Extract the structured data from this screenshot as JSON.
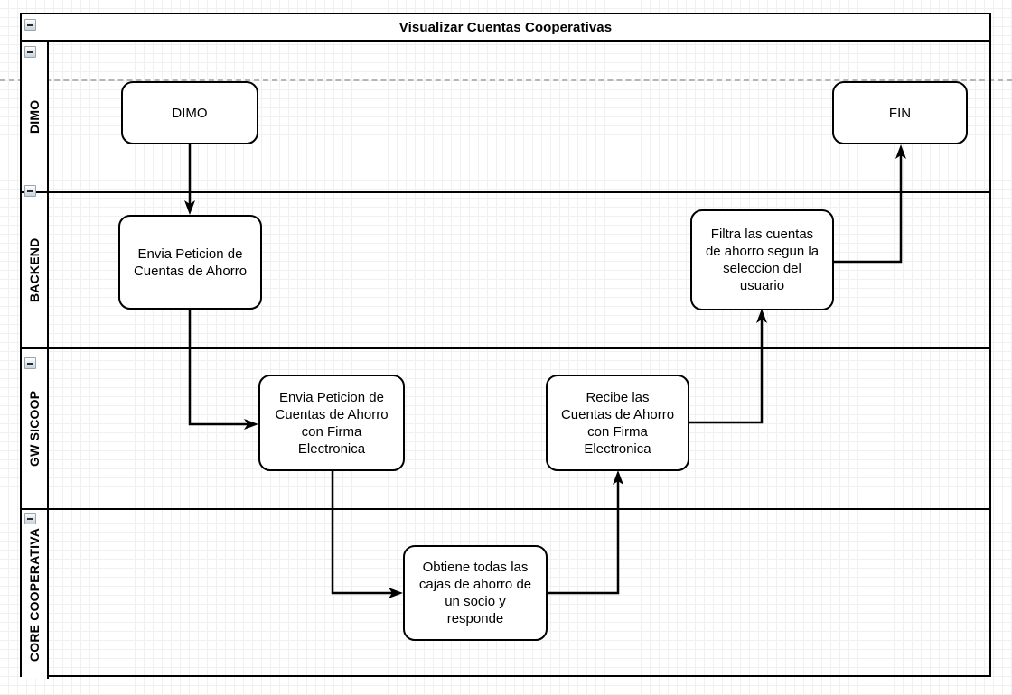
{
  "diagram": {
    "type": "bpmn-swimlane",
    "pool_title": "Visualizar Cuentas Cooperativas",
    "lanes": [
      {
        "id": "dimo",
        "label": "DIMO"
      },
      {
        "id": "backend",
        "label": "BACKEND"
      },
      {
        "id": "gw_sicoop",
        "label": "GW SICOOP"
      },
      {
        "id": "core",
        "label": "CORE COOPERATIVA"
      }
    ],
    "nodes": [
      {
        "id": "start",
        "lane": "dimo",
        "label": "DIMO"
      },
      {
        "id": "end",
        "lane": "dimo",
        "label": "FIN"
      },
      {
        "id": "t1",
        "lane": "backend",
        "label": "Envia Peticion de\nCuentas de Ahorro"
      },
      {
        "id": "t5",
        "lane": "backend",
        "label": "Filtra las cuentas\nde ahorro segun la\nseleccion del\nusuario"
      },
      {
        "id": "t2",
        "lane": "gw_sicoop",
        "label": "Envia Peticion de\nCuentas de Ahorro\ncon Firma\nElectronica"
      },
      {
        "id": "t4",
        "lane": "gw_sicoop",
        "label": "Recibe las\nCuentas de Ahorro\ncon Firma\nElectronica"
      },
      {
        "id": "t3",
        "lane": "core",
        "label": "Obtiene todas las\ncajas de ahorro de\nun socio y\nresponde"
      }
    ],
    "flows": [
      {
        "from": "start",
        "to": "t1"
      },
      {
        "from": "t1",
        "to": "t2"
      },
      {
        "from": "t2",
        "to": "t3"
      },
      {
        "from": "t3",
        "to": "t4"
      },
      {
        "from": "t4",
        "to": "t5"
      },
      {
        "from": "t5",
        "to": "end"
      }
    ],
    "icons": {
      "collapse": "minus-box-icon"
    },
    "colors": {
      "stroke": "#000000",
      "fill": "#ffffff",
      "grid_minor": "#f0f0f0",
      "grid_major": "#d4d4d4",
      "page_break": "#b5b5b5"
    }
  }
}
